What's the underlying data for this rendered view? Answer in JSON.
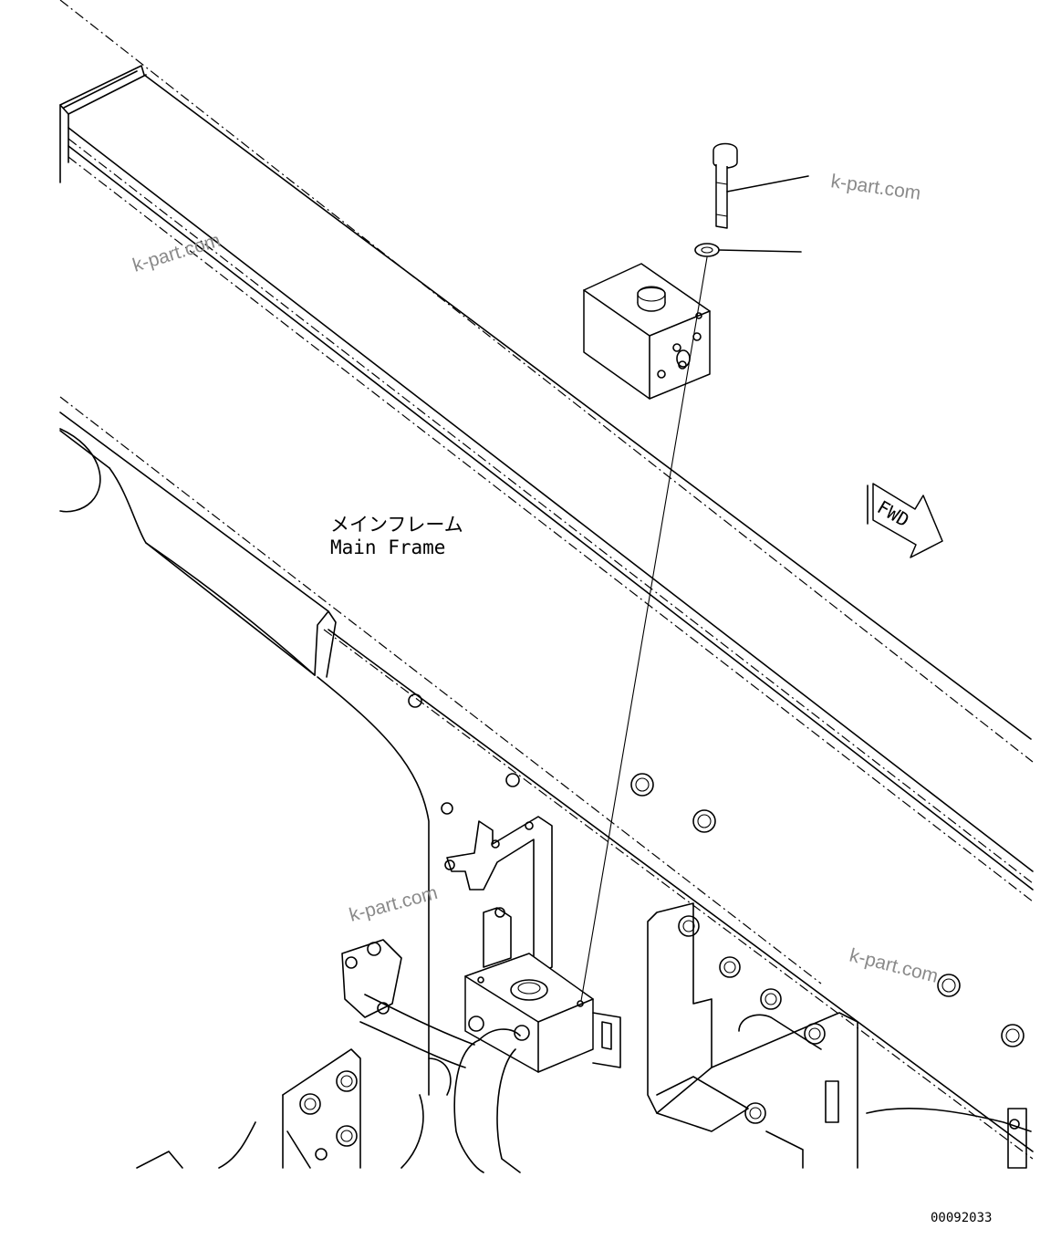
{
  "labels": {
    "frame_jp": "メインフレーム",
    "frame_en": "Main Frame",
    "fwd": "FWD",
    "ref_number": "00092033"
  },
  "watermarks": [
    "k-part.com",
    "k-part.com",
    "k-part.com",
    "k-part.com"
  ]
}
